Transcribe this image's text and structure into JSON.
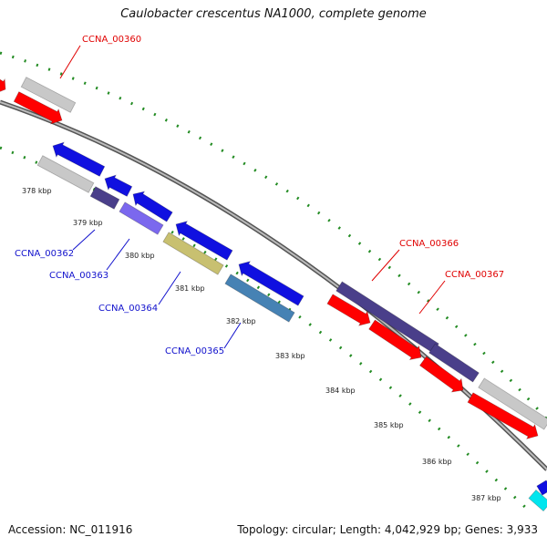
{
  "title": "Caulobacter crescentus NA1000, complete genome",
  "footer": {
    "accession": "Accession: NC_011916",
    "summary": "Topology: circular; Length: 4,042,929 bp; Genes: 3,933"
  },
  "colors": {
    "forward_red": "#ff0000",
    "gray_gene": "#c8c8c8",
    "blue_gene": "#1010e0",
    "dark_purple": "#4a3f8a",
    "light_purple": "#7b68ee",
    "khaki": "#c8c070",
    "steel_blue": "#4682b4",
    "cyan": "#00e5ee",
    "tick_green": "#228b22",
    "label_red": "#e00000",
    "label_blue": "#1010cc",
    "backbone": "#777777"
  },
  "kbp_labels": [
    "378 kbp",
    "379 kbp",
    "380 kbp",
    "381 kbp",
    "382 kbp",
    "383 kbp",
    "384 kbp",
    "385 kbp",
    "386 kbp",
    "387 kbp"
  ],
  "gene_labels": [
    {
      "name": "CCNA_00360",
      "strand": "forward"
    },
    {
      "name": "CCNA_00362",
      "strand": "reverse"
    },
    {
      "name": "CCNA_00363",
      "strand": "reverse"
    },
    {
      "name": "CCNA_00364",
      "strand": "reverse"
    },
    {
      "name": "CCNA_00365",
      "strand": "reverse"
    },
    {
      "name": "CCNA_00366",
      "strand": "forward"
    },
    {
      "name": "CCNA_00367",
      "strand": "forward"
    }
  ]
}
